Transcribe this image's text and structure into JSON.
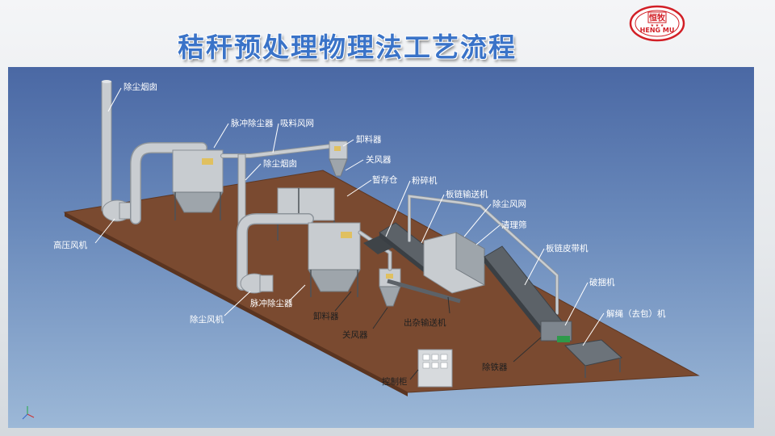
{
  "title": "秸秆预处理物理法工艺流程",
  "logo": {
    "top_text": "恒牧",
    "bottom_text": "HENG MU",
    "color": "#d21f26"
  },
  "colors": {
    "title": "#3a73c8",
    "floor": "#7a4a30",
    "panel_top": "#4a68a4",
    "panel_bottom": "#9cb8d7"
  },
  "labels": {
    "chimney_top": "除尘烟囱",
    "pulse_collector_top": "脉冲除尘器",
    "suction_fan_net": "吸料风网",
    "unloader_top": "卸料器",
    "chimney_mid": "除尘烟囱",
    "closing_fan_top": "关风器",
    "temp_bin": "暂存仓",
    "crusher": "粉碎机",
    "chain_conveyor": "板链输送机",
    "dust_fan_net": "除尘风网",
    "cleaning_screen": "清理筛",
    "chain_belt": "板链皮带机",
    "high_pressure_fan": "高压风机",
    "bale_breaker": "破捆机",
    "dust_fan": "除尘风机",
    "pulse_collector_bottom": "脉冲除尘器",
    "unloader_bottom": "卸料器",
    "impurity_conveyor": "出杂输送机",
    "rope_remover": "解绳（去包）机",
    "closing_fan_bottom": "关风器",
    "iron_remover": "除铁器",
    "control_cabinet": "控制柜"
  }
}
